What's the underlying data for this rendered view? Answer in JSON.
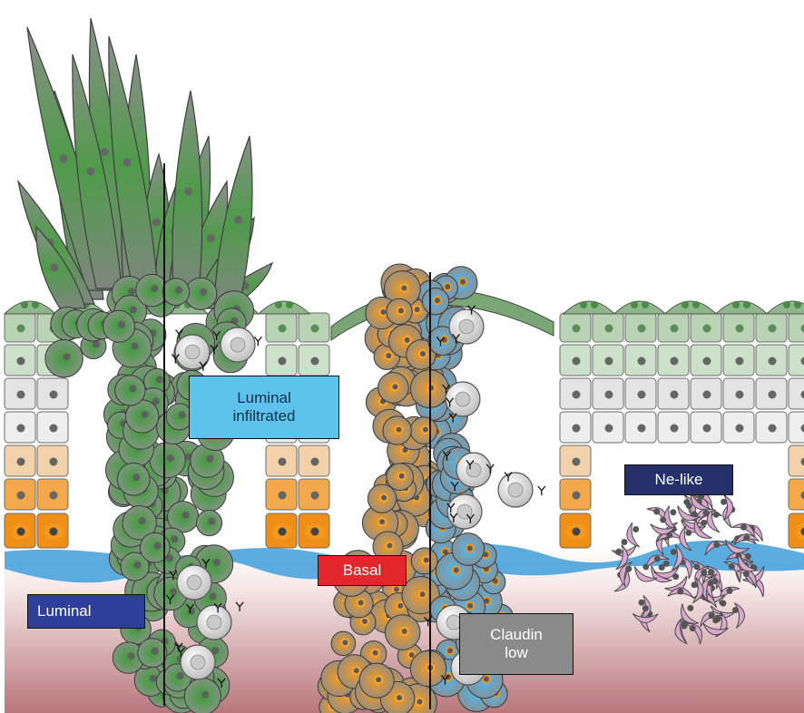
{
  "labels": {
    "luminal_infiltrated": "Luminal\ninfiltrated",
    "basal": "Basal",
    "luminal": "Luminal",
    "claudin_low": "Claudin\nlow",
    "ne_like": "Ne-like"
  },
  "colors": {
    "luminal_cells": "#4d9a47",
    "basal_cells": "#f0961f",
    "claudin_cells": "#5ab4e6",
    "ne_like_cells": "#d9a8cf",
    "immune_cells": "#e9e9e9",
    "basement_membrane": "#4aa3dc",
    "stroma": "#c98a8e"
  },
  "icons": [
    "t-cell-icon",
    "antibody-icon"
  ]
}
